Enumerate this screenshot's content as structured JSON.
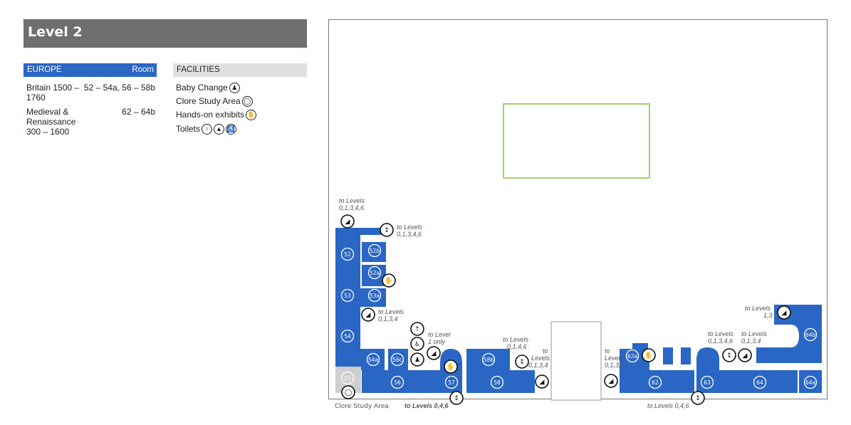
{
  "header": {
    "title": "Level 2"
  },
  "europe": {
    "heading": "EUROPE",
    "room_heading": "Room",
    "galleries": [
      {
        "name": "Britain 1500 – 1760",
        "rooms": "52 – 54a, 56 – 58b"
      },
      {
        "name": "Medieval & Renaissance 300 – 1600",
        "rooms": "62 – 64b"
      }
    ]
  },
  "facilities": {
    "heading": "FACILITIES",
    "items": [
      {
        "label": "Baby Change",
        "icon": "baby-change-icon"
      },
      {
        "label": "Clore Study Area",
        "icon": "lightbulb-icon"
      },
      {
        "label": "Hands-on exhibits",
        "icon": "hand-icon"
      },
      {
        "label": "Toilets",
        "icons": [
          "male-toilet-icon",
          "female-toilet-icon",
          "accessible-toilet-icon"
        ]
      }
    ]
  },
  "map": {
    "rooms": {
      "r52": "52",
      "r52b": "52b",
      "r52a": "52a",
      "r53": "53",
      "r53a": "53a",
      "r54": "54",
      "r54a": "54a",
      "r55": "55",
      "r56": "56",
      "r56c": "56c",
      "r57": "57",
      "r58": "58",
      "r58b": "58b",
      "r62": "62",
      "r62a": "62a",
      "r63": "63",
      "r64": "64",
      "r64a": "64a",
      "r64b": "64b"
    },
    "labels": {
      "stairs_top_l1": "to Levels",
      "stairs_top_l2": "0,1,3,4,6",
      "lift_top_l1": "to Levels",
      "lift_top_l2": "0,1,3,4,6",
      "stairs53_l1": "to Levels",
      "stairs53_l2": "0,1,3,4",
      "toilet_l1": "to Level",
      "toilet_l2": "1 only",
      "lift58_l1": "to Levels",
      "lift58_l2": "0,1,4,6",
      "stairs58_l1": "to",
      "stairs58_l2": "Levels",
      "stairs58_l3": "0,1,3,4",
      "stairs62_l1": "to",
      "stairs62_l2": "Levels",
      "stairs62_l3": "0,1,3,4",
      "lift63_l1": "to Levels",
      "lift63_l2": "0,1,3,4,6",
      "stairs64_l1": "to Levels",
      "stairs64_l2": "0,1,3,4",
      "stairs64b_l1": "to Levels",
      "stairs64b_l2": "1,3",
      "clore": "Clore Study Area",
      "lift57_bottom": "to Levels 0,4,6",
      "lift63_bottom": "to Levels 0,4,6"
    },
    "colors": {
      "gallery": "#2a66c4",
      "courtyard": "#a8d06a",
      "closed": "#cfcfcf",
      "frame": "#777777"
    }
  }
}
